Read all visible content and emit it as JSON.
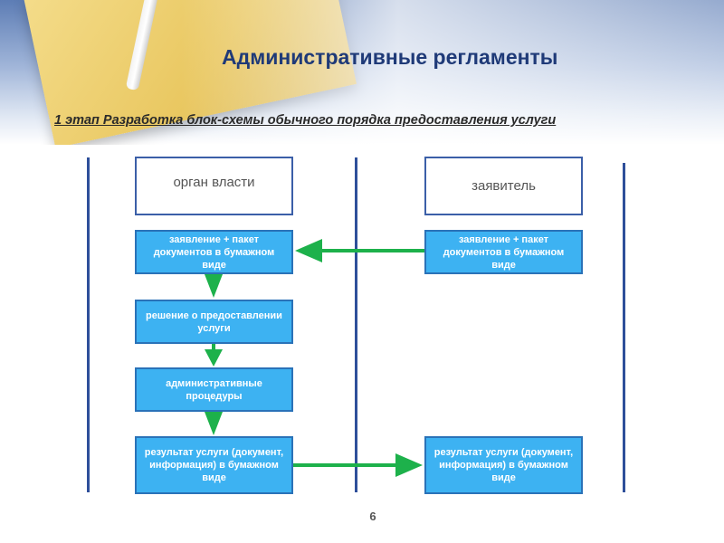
{
  "header": {
    "title": "Административные регламенты",
    "subtitle": "1 этап Разработка блок-схемы обычного порядка предоставления услуги"
  },
  "lanes": {
    "authority": "орган власти",
    "applicant": "заявитель"
  },
  "steps": {
    "authority_application": "заявление + пакет документов в бумажном виде",
    "decision": "решение о предоставлении услуги",
    "procedures": "административные процедуры",
    "authority_result": "результат услуги (документ, информация) в бумажном виде",
    "applicant_application": "заявление + пакет документов в бумажном виде",
    "applicant_result": "результат услуги (документ, информация) в бумажном виде"
  },
  "footer": {
    "page_number": "6"
  },
  "colors": {
    "step_fill": "#3db2f2",
    "arrow": "#1db14b",
    "lane_line": "#2e4f9a",
    "title": "#1f3a78"
  }
}
